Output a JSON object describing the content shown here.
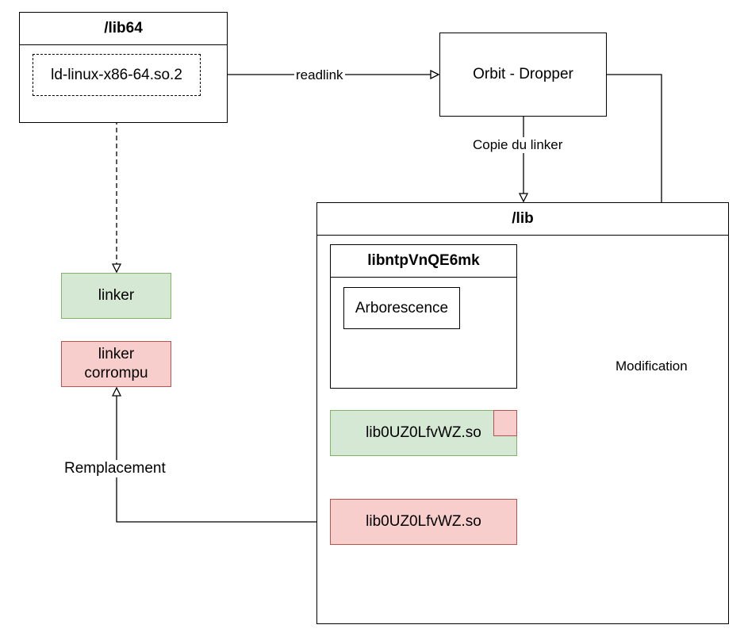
{
  "containers": {
    "lib64": {
      "title": "/lib64"
    },
    "lib": {
      "title": "/lib"
    },
    "libntp": {
      "title": "libntpVnQE6mk"
    }
  },
  "nodes": {
    "ld_linux": "ld-linux-x86-64.so.2",
    "orbit": "Orbit - Dropper",
    "arborescence": "Arborescence",
    "linker": "linker",
    "linker_corrompu": "linker\ncorrompu",
    "lib_so_green": "lib0UZ0LfvWZ.so",
    "lib_so_red": "lib0UZ0LfvWZ.so"
  },
  "edges": {
    "readlink": "readlink",
    "copie": "Copie du linker",
    "modification": "Modification",
    "remplacement": "Remplacement"
  },
  "colors": {
    "green_fill": "#d5e8d4",
    "green_stroke": "#82b366",
    "red_fill": "#f8cecc",
    "red_stroke": "#b85450"
  }
}
